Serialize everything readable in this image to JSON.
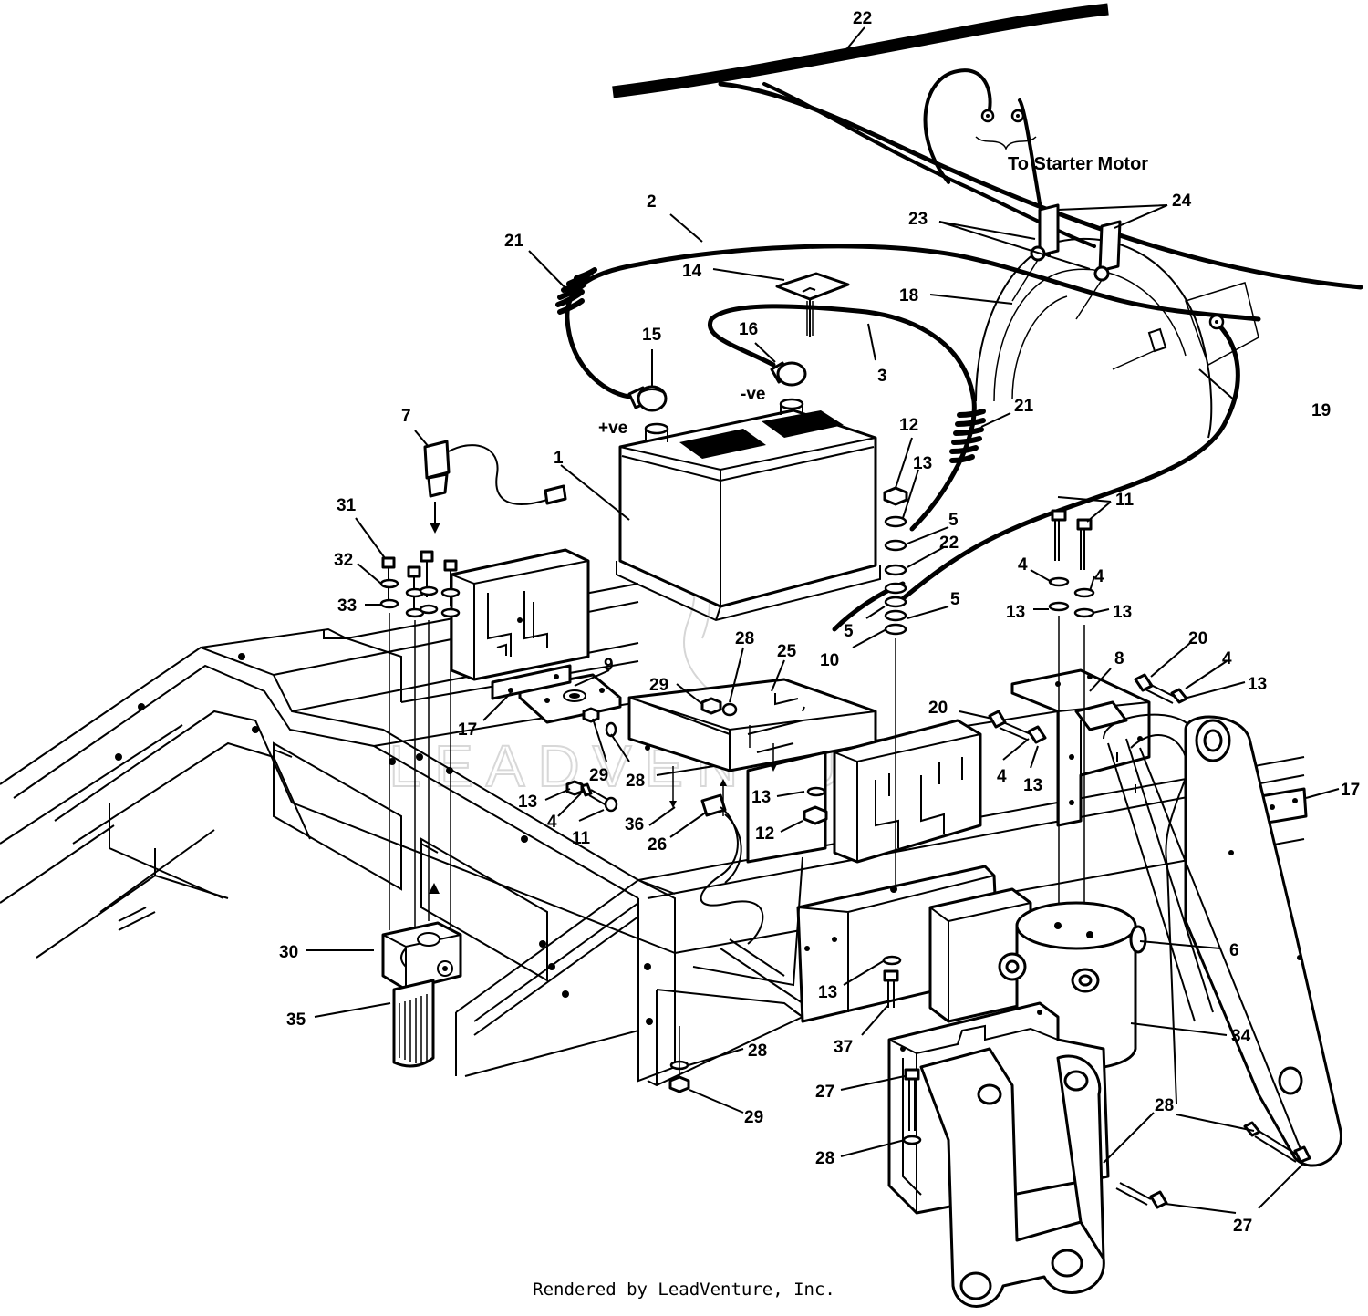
{
  "diagram": {
    "labels": {
      "to_starter_motor": "To Starter Motor",
      "pos": "+ve",
      "neg": "-ve"
    },
    "footer": "Rendered by LeadVenture, Inc.",
    "watermark": "LEADVENTURE",
    "callouts": [
      {
        "id": "c1",
        "text": "1"
      },
      {
        "id": "c2",
        "text": "2"
      },
      {
        "id": "c3",
        "text": "3"
      },
      {
        "id": "c4a",
        "text": "4"
      },
      {
        "id": "c4b",
        "text": "4"
      },
      {
        "id": "c4c",
        "text": "4"
      },
      {
        "id": "c4d",
        "text": "4"
      },
      {
        "id": "c4e",
        "text": "4"
      },
      {
        "id": "c5a",
        "text": "5"
      },
      {
        "id": "c5b",
        "text": "5"
      },
      {
        "id": "c5c",
        "text": "5"
      },
      {
        "id": "c6",
        "text": "6"
      },
      {
        "id": "c7",
        "text": "7"
      },
      {
        "id": "c8",
        "text": "8"
      },
      {
        "id": "c9",
        "text": "9"
      },
      {
        "id": "c10",
        "text": "10"
      },
      {
        "id": "c11a",
        "text": "11"
      },
      {
        "id": "c11b",
        "text": "11"
      },
      {
        "id": "c12a",
        "text": "12"
      },
      {
        "id": "c12b",
        "text": "12"
      },
      {
        "id": "c13a",
        "text": "13"
      },
      {
        "id": "c13b",
        "text": "13"
      },
      {
        "id": "c13c",
        "text": "13"
      },
      {
        "id": "c13d",
        "text": "13"
      },
      {
        "id": "c13e",
        "text": "13"
      },
      {
        "id": "c13f",
        "text": "13"
      },
      {
        "id": "c13g",
        "text": "13"
      },
      {
        "id": "c13h",
        "text": "13"
      },
      {
        "id": "c14",
        "text": "14"
      },
      {
        "id": "c15",
        "text": "15"
      },
      {
        "id": "c16",
        "text": "16"
      },
      {
        "id": "c17a",
        "text": "17"
      },
      {
        "id": "c17b",
        "text": "17"
      },
      {
        "id": "c18",
        "text": "18"
      },
      {
        "id": "c19",
        "text": "19"
      },
      {
        "id": "c20a",
        "text": "20"
      },
      {
        "id": "c20b",
        "text": "20"
      },
      {
        "id": "c21a",
        "text": "21"
      },
      {
        "id": "c21b",
        "text": "21"
      },
      {
        "id": "c22a",
        "text": "22"
      },
      {
        "id": "c22b",
        "text": "22"
      },
      {
        "id": "c23",
        "text": "23"
      },
      {
        "id": "c24",
        "text": "24"
      },
      {
        "id": "c25",
        "text": "25"
      },
      {
        "id": "c26",
        "text": "26"
      },
      {
        "id": "c27a",
        "text": "27"
      },
      {
        "id": "c27b",
        "text": "27"
      },
      {
        "id": "c28a",
        "text": "28"
      },
      {
        "id": "c28b",
        "text": "28"
      },
      {
        "id": "c28c",
        "text": "28"
      },
      {
        "id": "c28d",
        "text": "28"
      },
      {
        "id": "c28e",
        "text": "28"
      },
      {
        "id": "c29a",
        "text": "29"
      },
      {
        "id": "c29b",
        "text": "29"
      },
      {
        "id": "c29c",
        "text": "29"
      },
      {
        "id": "c30",
        "text": "30"
      },
      {
        "id": "c31",
        "text": "31"
      },
      {
        "id": "c32",
        "text": "32"
      },
      {
        "id": "c33",
        "text": "33"
      },
      {
        "id": "c34",
        "text": "34"
      },
      {
        "id": "c35",
        "text": "35"
      },
      {
        "id": "c36",
        "text": "36"
      },
      {
        "id": "c37",
        "text": "37"
      }
    ]
  }
}
